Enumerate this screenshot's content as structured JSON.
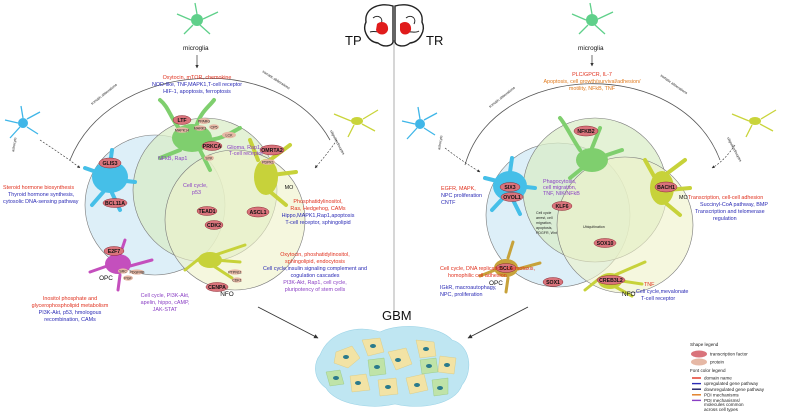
{
  "headings": {
    "tp": "TP",
    "tr": "TR",
    "gbm": "GBM"
  },
  "cells": {
    "microglia": "microglia",
    "astrocyte": "astrocyte",
    "oligodendrocytes": "oligodendrocytes",
    "mo": "MO",
    "opc": "OPC",
    "nfo": "NFO",
    "somatic": "somatic abberations"
  },
  "left": {
    "microglia_text": [
      {
        "text": "Oxytocin, mTOR, chemokine",
        "color": "#e0311e"
      },
      {
        "text": "NOD-like, TNF,MAPK1,T-cell receptor",
        "color": "#2a2ab5"
      },
      {
        "text": "HIF-1, apoptosis, ferroptosis",
        "color": "#2a2ab5"
      }
    ],
    "astrocyte_text": [
      {
        "text": "Steroid hormone biosynthesis",
        "color": "#e0311e"
      },
      {
        "text": "Thyroid hormone synthesis,",
        "color": "#2a2ab5"
      },
      {
        "text": "cytosolic DNA-sensing pathway",
        "color": "#2a2ab5"
      }
    ],
    "nfkb_text": "NFkB, Rap1",
    "glioma_text": [
      "Glioma, Rap1,",
      "T-cell receptor"
    ],
    "mo_text": [
      {
        "text": "Phosphatidylinositol,",
        "color": "#e0311e"
      },
      {
        "text": "Ras, Hedgehog, CAMs",
        "color": "#e0311e"
      },
      {
        "text": "Hippo,MAPK1,Rap1,apoptosis",
        "color": "#2a2ab5"
      },
      {
        "text": "T-cell receptor, sphingolipid",
        "color": "#2a2ab5"
      }
    ],
    "center_text": [
      "Cell cycle,",
      "p53"
    ],
    "opc_text": [
      {
        "text": "Inositol phosphate and",
        "color": "#e0311e"
      },
      {
        "text": "glycerophospholipid metabolism",
        "color": "#e0311e"
      },
      {
        "text": "PI3K-Akt, p53, hmologous",
        "color": "#2a2ab5"
      },
      {
        "text": "recombination, CAMs",
        "color": "#2a2ab5"
      }
    ],
    "opc_nfo_text": [
      "Cell cycle, PI3K-Akt,",
      "apelin, hippo, cAMP,",
      "JAK-STAT"
    ],
    "nfo_text": [
      {
        "text": "Oxytocin, phoshatidylinositol,",
        "color": "#e0311e"
      },
      {
        "text": "sphingolipid, endocytosis",
        "color": "#e0311e"
      },
      {
        "text": "Cell cycle,insulin signaling complement and",
        "color": "#2a2ab5"
      },
      {
        "text": "cogulation cascades",
        "color": "#2a2ab5"
      },
      {
        "text": "PI3K-Akt, Rap1, cell cycle,",
        "color": "#8a3fc4"
      },
      {
        "text": "pluripotency of stem cells",
        "color": "#8a3fc4"
      }
    ],
    "tf": [
      "LTF",
      "GLIS3",
      "PRKCA",
      "OMRTA2",
      "BCL11A",
      "TEAD1",
      "CDK2",
      "ASCL1",
      "E2F7",
      "CENPA"
    ],
    "protein": [
      "PPARG",
      "CP5",
      "MARK3",
      "MAPK14",
      "LCK",
      "SYK",
      "PDPK1",
      "SRC",
      "PGF",
      "PDGFRB",
      "PTPN11",
      "CDK1"
    ]
  },
  "right": {
    "microglia_text": [
      {
        "text": "PLC/GPCR, IL-7",
        "color": "#e0311e"
      },
      {
        "text": "Apoptosis, cell growth/survival/adhesion/",
        "color": "#e07a1e"
      },
      {
        "text": "motility, NFkB, TNF",
        "color": "#e07a1e"
      }
    ],
    "astrocyte_text": [
      {
        "text": "EGFR, MAPK,",
        "color": "#e0311e"
      },
      {
        "text": "NPC proliferation",
        "color": "#2a2ab5"
      },
      {
        "text": "CNTF",
        "color": "#2a2ab5"
      }
    ],
    "phago_text": [
      "Phagocytosis,",
      "cell migration,",
      "TNF, NIK/NFkB"
    ],
    "arrest_text": [
      "Cell cycle",
      "arrest, cell",
      "migration,",
      "apoptosis,",
      "PDGFR, Wnt"
    ],
    "ubiq_text": "Ubiquitination",
    "mo_text": [
      {
        "text": "Transcription, cell-cell adhesion",
        "color": "#e0311e"
      },
      {
        "text": "Succinyl-CoA pathway, BMP",
        "color": "#2a2ab5"
      },
      {
        "text": "Transcription and telomerase",
        "color": "#2a2ab5"
      },
      {
        "text": "regulation",
        "color": "#2a2ab5"
      }
    ],
    "opc_text": [
      {
        "text": "Cell cycle, DNA replication, chemotaxis,",
        "color": "#e0311e"
      },
      {
        "text": "homophilic cell adhesion",
        "color": "#e0311e"
      },
      {
        "text": "IGkR, macroautophagy,",
        "color": "#2a2ab5"
      },
      {
        "text": "NPC, proliferation",
        "color": "#2a2ab5"
      }
    ],
    "nfo_text": [
      {
        "text": "TNF",
        "color": "#e0311e"
      },
      {
        "text": "Cell cycle,mevalonate",
        "color": "#2a2ab5"
      },
      {
        "text": "T-cell receptor",
        "color": "#2a2ab5"
      }
    ],
    "tf": [
      "NFKB2",
      "SIX3",
      "OVOL1",
      "KLF6",
      "BACH1",
      "SOX10",
      "BCL6",
      "SOX1",
      "CREB3L2"
    ]
  },
  "legend": {
    "shape_title": "Shape legend",
    "tf_label": "transcription factor",
    "protein_label": "protein",
    "font_title": "Font color legend",
    "items": [
      {
        "label": "domain name",
        "color": "#e0311e"
      },
      {
        "label": "upregulated gene pathway",
        "color": "#2a2ab5"
      },
      {
        "label": "downregulated gene pathway",
        "color": "#1a1a60"
      },
      {
        "label": "PDI mechanisms",
        "color": "#e07a1e"
      },
      {
        "label": "PDI mechanisms/",
        "color": "#8a3fc4"
      }
    ],
    "extra": [
      "molecules common",
      "across cell types"
    ],
    "tf_color": "#d9737b",
    "protein_color": "#e6b8a5"
  }
}
